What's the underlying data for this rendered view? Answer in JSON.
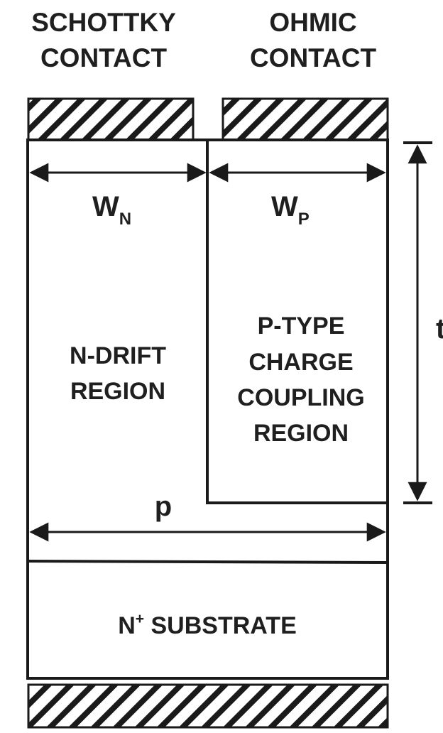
{
  "headers": {
    "schottky": [
      "SCHOTTKY",
      "CONTACT"
    ],
    "ohmic": [
      "OHMIC",
      "CONTACT"
    ]
  },
  "dimensions": {
    "wn_main": "W",
    "wn_sub": "N",
    "wp_main": "W",
    "wp_sub": "P",
    "pitch": "p",
    "thickness": "t"
  },
  "regions": {
    "n_drift": [
      "N-DRIFT",
      "REGION"
    ],
    "p_type": [
      "P-TYPE",
      "CHARGE",
      "COUPLING",
      "REGION"
    ],
    "substrate_main": "N",
    "substrate_sup": "+",
    "substrate_rest": " SUBSTRATE"
  },
  "colors": {
    "line": "#1a1a1a",
    "background": "#ffffff"
  }
}
